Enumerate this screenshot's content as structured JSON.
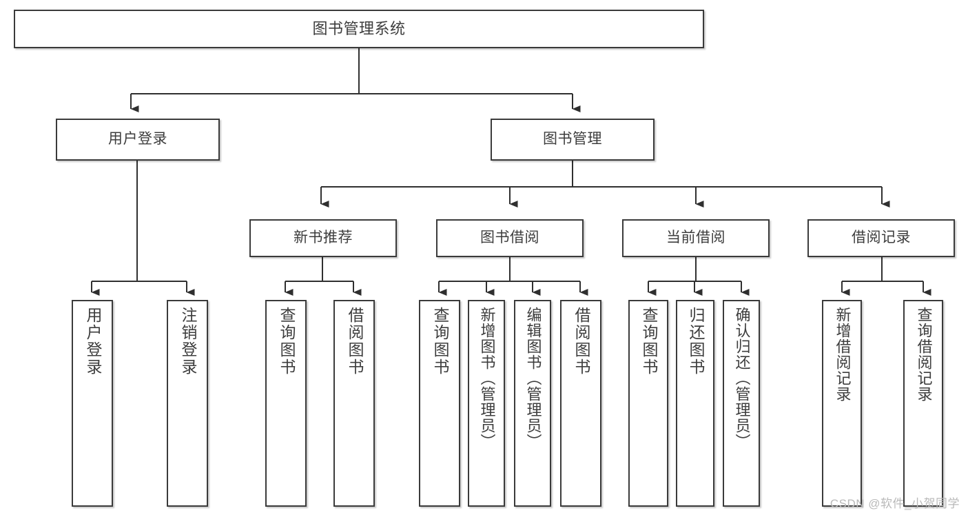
{
  "diagram": {
    "type": "tree",
    "title": "图书管理系统",
    "root": {
      "id": "root",
      "label": "图书管理系统"
    },
    "level2": [
      {
        "id": "user-login",
        "label": "用户登录"
      },
      {
        "id": "book-manage",
        "label": "图书管理"
      }
    ],
    "level3": [
      {
        "id": "new-book-rec",
        "label": "新书推荐"
      },
      {
        "id": "book-borrow",
        "label": "图书借阅"
      },
      {
        "id": "current-borrow",
        "label": "当前借阅"
      },
      {
        "id": "borrow-record",
        "label": "借阅记录"
      }
    ],
    "leaves": {
      "user_login": [
        {
          "id": "leaf-user-login",
          "label": "用户登录"
        },
        {
          "id": "leaf-logout",
          "label": "注销登录"
        }
      ],
      "new_book_rec": [
        {
          "id": "leaf-query-book-1",
          "label": "查询图书"
        },
        {
          "id": "leaf-borrow-book-1",
          "label": "借阅图书"
        }
      ],
      "book_borrow": [
        {
          "id": "leaf-query-book-2",
          "label": "查询图书"
        },
        {
          "id": "leaf-add-book",
          "label": "新增图书（管理员）"
        },
        {
          "id": "leaf-edit-book",
          "label": "编辑图书（管理员）"
        },
        {
          "id": "leaf-borrow-book-2",
          "label": "借阅图书"
        }
      ],
      "current_borrow": [
        {
          "id": "leaf-query-book-3",
          "label": "查询图书"
        },
        {
          "id": "leaf-return-book",
          "label": "归还图书"
        },
        {
          "id": "leaf-confirm-return",
          "label": "确认归还（管理员）"
        }
      ],
      "borrow_record": [
        {
          "id": "leaf-add-record",
          "label": "新增借阅记录"
        },
        {
          "id": "leaf-query-record",
          "label": "查询借阅记录"
        }
      ]
    }
  },
  "watermark": {
    "text": "CSDN @软件_小贺同学"
  },
  "colors": {
    "border": "#3a3a3a",
    "text": "#3d3d3d",
    "background": "#ffffff",
    "watermark": "#b9b9b9"
  }
}
